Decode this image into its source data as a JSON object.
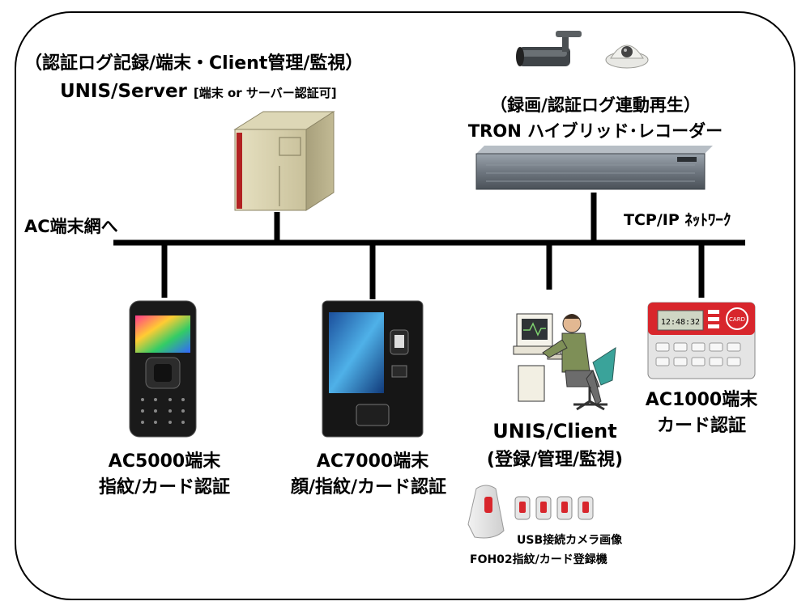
{
  "server": {
    "line1": "（認証ログ記録/端末・Client管理/監視）",
    "line2_main": "UNIS/Server ",
    "line2_sub": "[端末 or サーバー認証可]"
  },
  "recorder": {
    "line1": "（録画/認証ログ連動再生）",
    "line2": "TRON ハイブリッド･レコーダー"
  },
  "network": {
    "left_label": "AC端末網へ",
    "right_label": "TCP/IP ﾈｯﾄﾜｰｸ"
  },
  "devices": {
    "ac5000": {
      "name": "AC5000端末",
      "desc": "指紋/カード認証"
    },
    "ac7000": {
      "name": "AC7000端末",
      "desc": "顔/指紋/カード認証"
    },
    "client": {
      "name": "UNIS/Client",
      "desc": "(登録/管理/監視)"
    },
    "ac1000": {
      "name": "AC1000端末",
      "desc": "カード認証",
      "display": "12:48:32",
      "brand": "CARD"
    },
    "foh02": {
      "line1": "USB接続カメラ画像",
      "line2": "FOH02指紋/カード登録機"
    }
  },
  "colors": {
    "line": "#000000",
    "ac1000_red": "#d8262c",
    "client_shirt": "#7e8f57"
  }
}
